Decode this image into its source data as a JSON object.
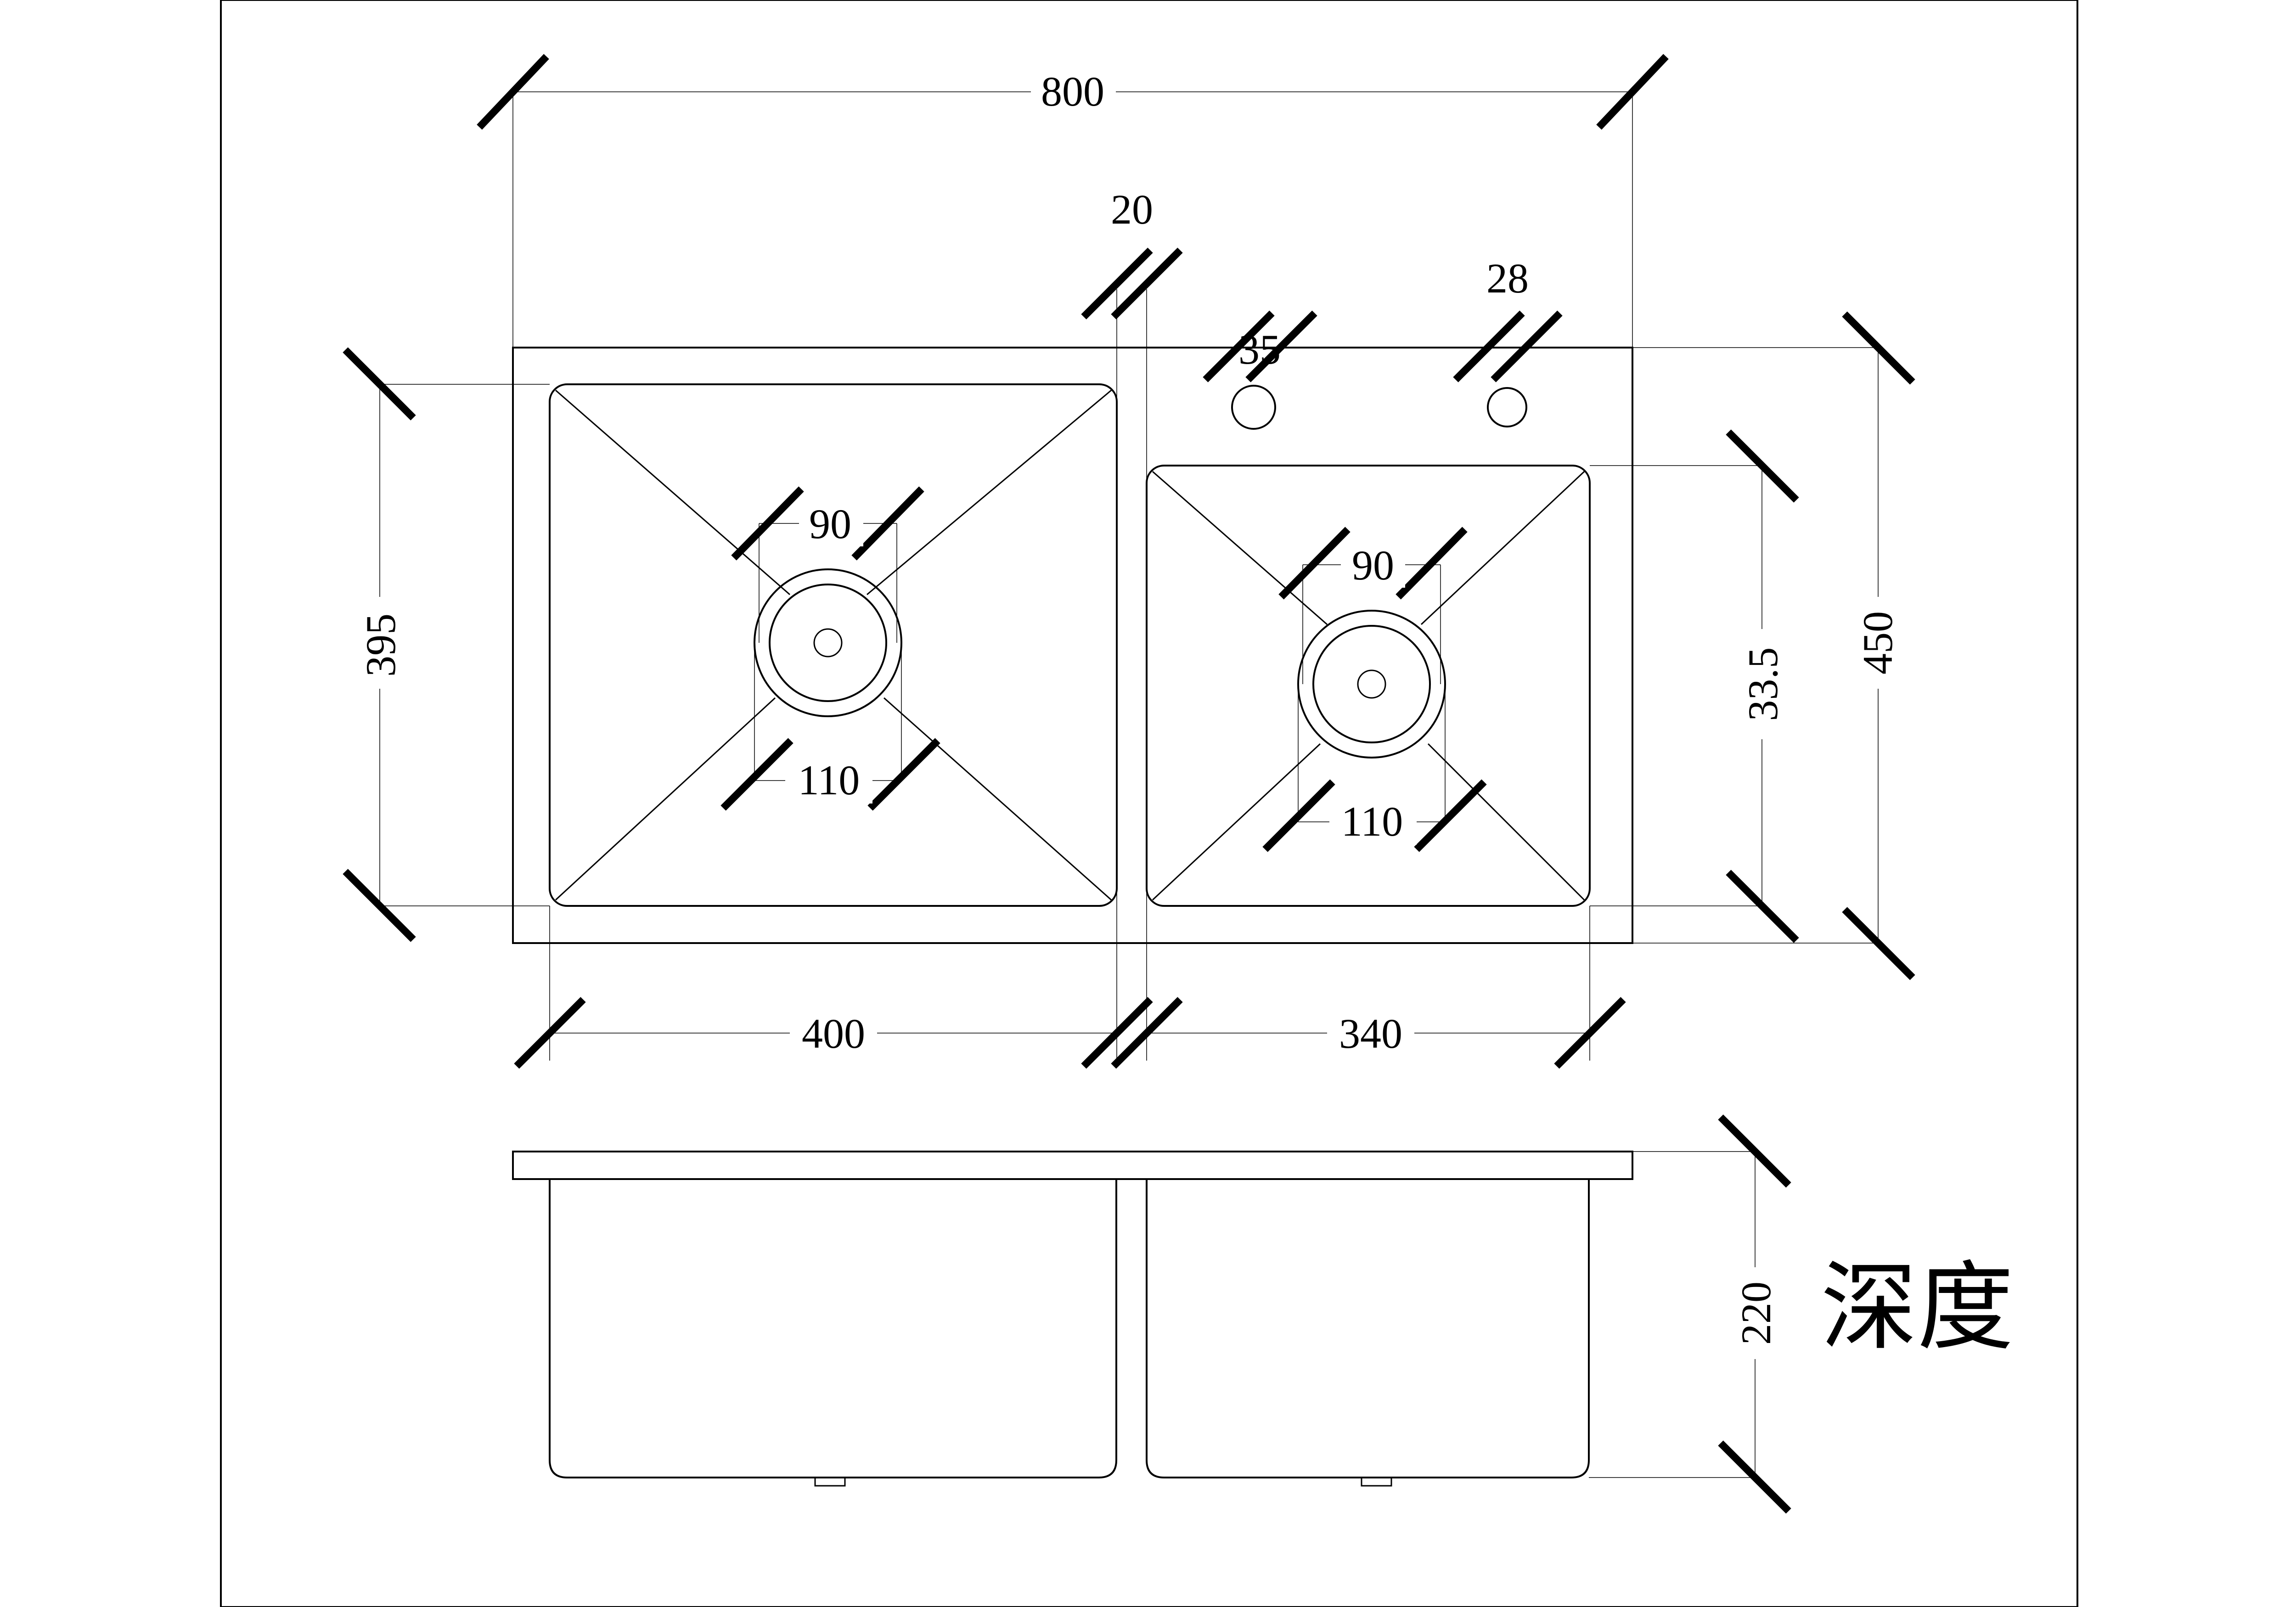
{
  "drawing": {
    "overall_width": "800",
    "center_gap": "20",
    "hole_spacing": "28",
    "hole_offset": "35",
    "left_drain_diameter": "90",
    "left_drain_outer": "110",
    "right_drain_diameter": "90",
    "right_drain_outer": "110",
    "left_bowl_width": "400",
    "right_bowl_width": "340",
    "left_bowl_length": "395",
    "right_bowl_offset": "33.5",
    "overall_depth": "450",
    "bowl_depth": "220",
    "depth_label": "深度"
  }
}
